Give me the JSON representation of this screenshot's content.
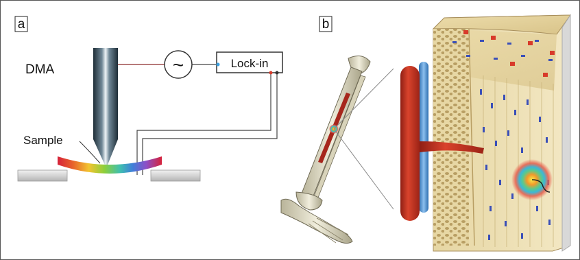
{
  "panels": [
    {
      "label": "a"
    },
    {
      "label": "b"
    }
  ],
  "panel_a": {
    "dma_label": "DMA",
    "lockin_label": "Lock-in",
    "sample_label": "Sample",
    "oscillator_symbol": "~"
  },
  "colors": {
    "artery": "#c8321f",
    "vein": "#5b9ad3",
    "bone_tissue": "#e8d49c",
    "cell_marks": "#3a4fb8",
    "probe": "#2a3a46"
  },
  "icons": [
    "sine-wave-oscillator-icon",
    "lock-in-amplifier-box",
    "indenter-probe",
    "rainbow-sample-beam",
    "leg-skeleton",
    "bone-tissue-block",
    "heat-spot-icon"
  ]
}
